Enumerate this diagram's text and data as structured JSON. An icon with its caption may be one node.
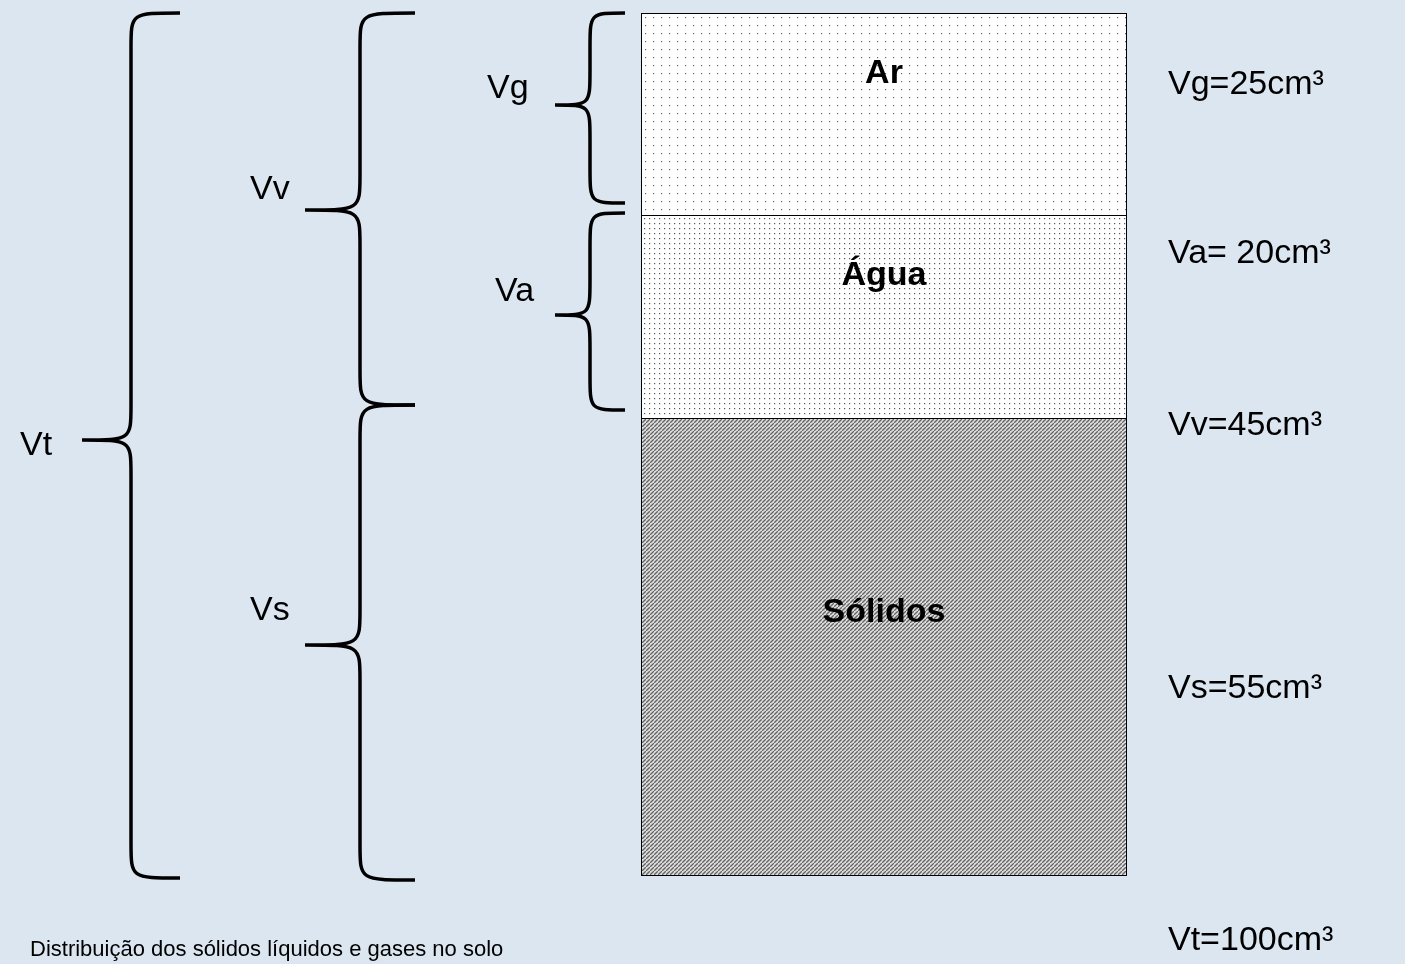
{
  "diagram": {
    "caption": "Distribuição dos sólidos líquidos e gases no solo",
    "nodes": [
      {
        "text": [
          "Ar"
        ]
      },
      {
        "text": [
          "Água"
        ]
      },
      {
        "text": [
          "Sólidos"
        ]
      }
    ],
    "labels": [
      "Vg",
      "Vv",
      "Va",
      "Vt",
      "Vs",
      "Vg=25cm³",
      "Va= 20cm³",
      "Vv=45cm³",
      "Vs=55cm³",
      "Vt=100cm³"
    ]
  }
}
